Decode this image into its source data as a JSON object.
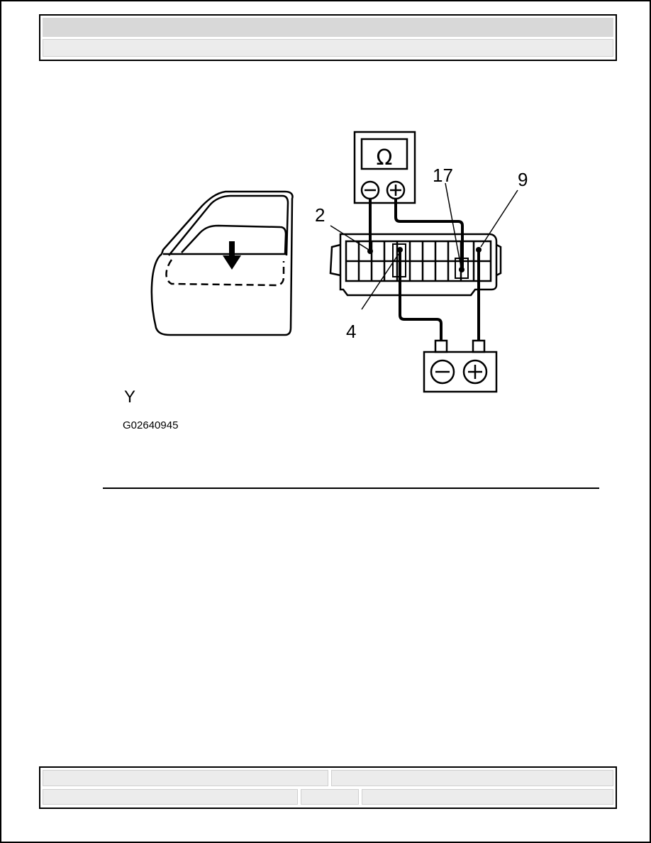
{
  "figure": {
    "label": "Y",
    "code": "G02640945",
    "callouts": {
      "pin_2": "2",
      "pin_4": "4",
      "pin_17": "17",
      "pin_9": "9"
    },
    "ohmmeter_symbol": "Ω",
    "icons": [
      "car-door-icon",
      "down-arrow-icon",
      "ohmmeter-icon",
      "connector-icon",
      "battery-icon"
    ]
  }
}
